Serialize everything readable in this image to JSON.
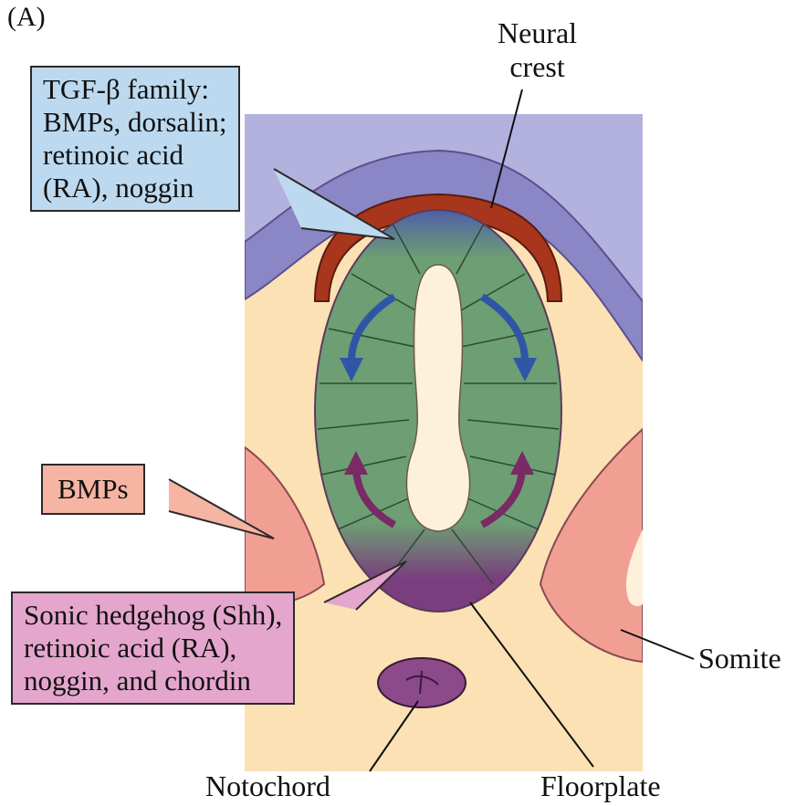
{
  "panel_label": "(A)",
  "labels": {
    "neural_crest": [
      "Neural",
      "crest"
    ],
    "somite": "Somite",
    "notochord": "Notochord",
    "floorplate": "Floorplate"
  },
  "boxes": {
    "dorsal_signals": [
      "TGF-β family:",
      "BMPs, dorsalin;",
      "retinoic acid",
      "(RA), noggin"
    ],
    "somite_signals": [
      "BMPs"
    ],
    "ventral_signals": [
      "Sonic hedgehog (Shh),",
      "retinoic acid (RA),",
      "noggin, and chordin"
    ]
  },
  "colors": {
    "background_tissue": "#fbe1b3",
    "ectoderm": "#8b86c6",
    "ectoderm_bg": "#b3b2df",
    "neural_crest": "#a8361c",
    "neural_tube": "#6e9e74",
    "lumen": "#fdf1dc",
    "somite": "#f29f93",
    "notochord": "#8c4a8a",
    "floorplate": "#7a3d7e",
    "roofplate": "#4f5ea8",
    "box_blue": "#bcd9ef",
    "box_salmon": "#f6b4a3",
    "box_pink": "#e4a6cc",
    "arrow_blue": "#2f56a6",
    "arrow_purple": "#7a2a64"
  }
}
